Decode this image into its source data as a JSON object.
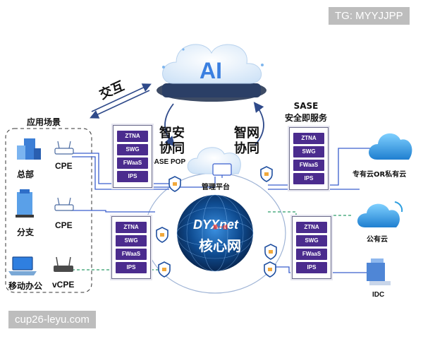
{
  "watermark_tg": "TG: MYYJJPP",
  "watermark_site": "cup26-leyu.com",
  "ai_label": "AI",
  "interaction_label": "交互",
  "scenarios_title": "应用场景",
  "sites": [
    {
      "name": "总部",
      "device": "CPE"
    },
    {
      "name": "分支",
      "device": "CPE"
    },
    {
      "name": "移动办公",
      "device": "vCPE"
    }
  ],
  "security_coop": "智安\n协同",
  "network_coop": "智网\n协同",
  "sase_pop": "SASE POP",
  "sase_title": "SASE\n安全即服务",
  "mgmt_platform": "管理平台",
  "core_logo": "DYXnet",
  "core_logo_tag": "第一线",
  "core_network": "核心网",
  "services": [
    "ZTNA",
    "SWG",
    "FWaaS",
    "IPS"
  ],
  "clouds": [
    {
      "name": "专有云OR私有云"
    },
    {
      "name": "公有云"
    },
    {
      "name": "IDC"
    }
  ],
  "colors": {
    "service_purple": "#4b2c8e",
    "arrow_blue": "#2f4a8a",
    "line_blue": "#3a5fcd",
    "line_green": "#2e9e6a",
    "cloud_blue": "#2f9fe0",
    "core_dark": "#0b2a55"
  }
}
